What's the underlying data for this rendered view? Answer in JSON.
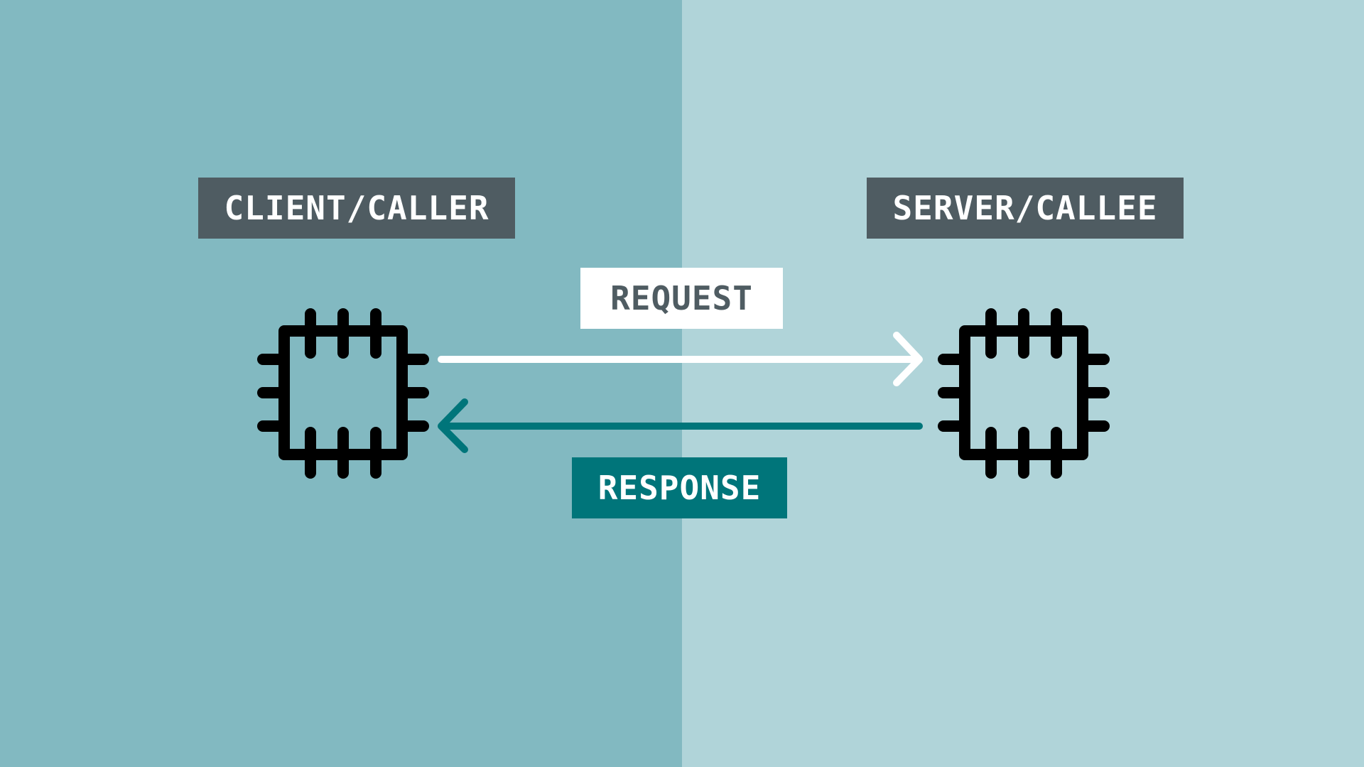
{
  "colors": {
    "left_panel": "#82b9c1",
    "right_panel": "#b0d4d9",
    "dark_label": "#4f5c62",
    "response_teal": "#00757a",
    "request_arrow": "#ffffff",
    "chip_stroke": "#000000"
  },
  "client": {
    "label": "CLIENT/CALLER",
    "icon": "cpu-chip-icon"
  },
  "server": {
    "label": "SERVER/CALLEE",
    "icon": "cpu-chip-icon"
  },
  "request": {
    "label": "REQUEST",
    "direction": "client-to-server"
  },
  "response": {
    "label": "RESPONSE",
    "direction": "server-to-client"
  }
}
